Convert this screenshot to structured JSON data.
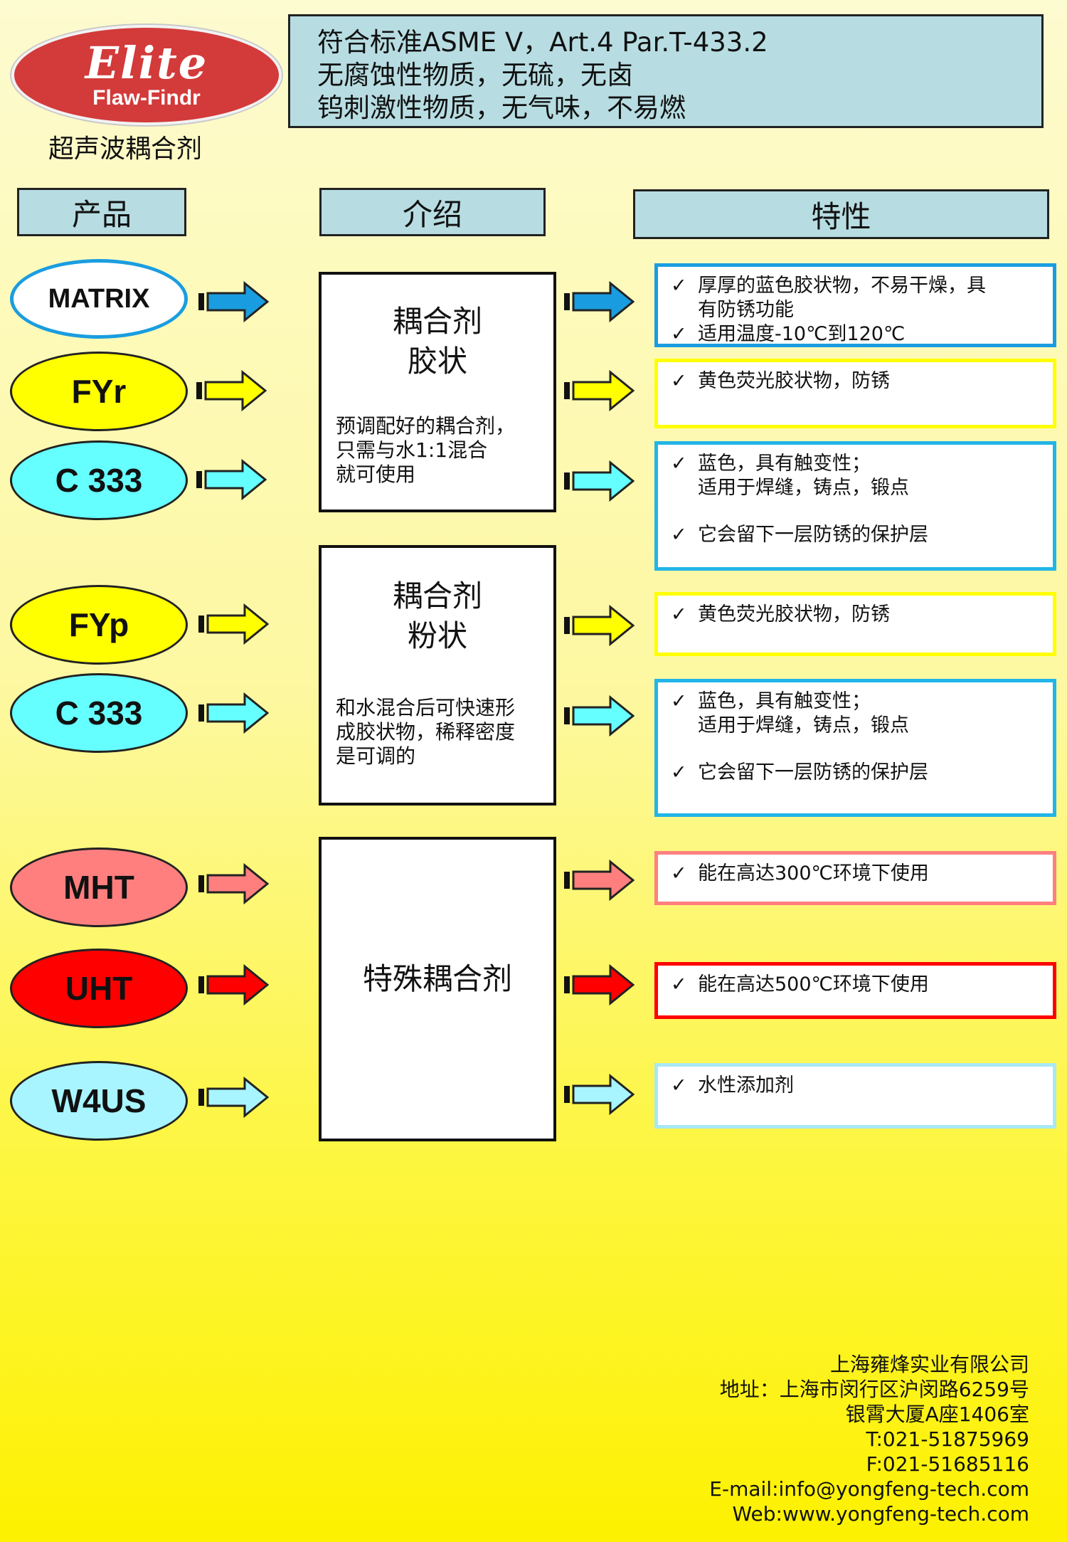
{
  "logo": {
    "brand": "Elite",
    "sub": "Flaw-Findr"
  },
  "subtitle": "超声波耦合剂",
  "standards": [
    "符合标准ASME V，Art.4 Par.T-433.2",
    "无腐蚀性物质，无硫，无卤",
    "钨刺激性物质，无气味，不易燃"
  ],
  "headers": {
    "product": "产品",
    "intro": "介绍",
    "property": "特性"
  },
  "products": [
    {
      "name": "MATRIX",
      "color": "#ffffff",
      "arrow_color": "#1a9de0"
    },
    {
      "name": "FYr",
      "color": "#ffff00",
      "arrow_color": "#ffff00"
    },
    {
      "name": "C 333",
      "color": "#66ffff",
      "arrow_color": "#66ffff"
    },
    {
      "name": "FYp",
      "color": "#ffff00",
      "arrow_color": "#ffff00"
    },
    {
      "name": "C 333",
      "color": "#66ffff",
      "arrow_color": "#66ffff"
    },
    {
      "name": "MHT",
      "color": "#ff7f7f",
      "arrow_color": "#ff7f7f"
    },
    {
      "name": "UHT",
      "color": "#ff0000",
      "arrow_color": "#ff0000"
    },
    {
      "name": "W4US",
      "color": "#a8f5ff",
      "arrow_color": "#a8f5ff"
    }
  ],
  "intro_boxes": [
    {
      "title": "耦合剂\n胶状",
      "desc": "预调配好的耦合剂，\n只需与水1:1混合\n就可使用"
    },
    {
      "title": "耦合剂\n粉状",
      "desc": "和水混合后可快速形\n成胶状物，稀释密度\n是可调的"
    },
    {
      "title": "特殊耦合剂",
      "desc": ""
    }
  ],
  "properties": [
    {
      "border": "#1a9de0",
      "items": [
        "厚厚的蓝色胶状物，不易干燥，具\n有防锈功能",
        "适用温度-10℃到120℃"
      ]
    },
    {
      "border": "#ffff00",
      "items": [
        "黄色荧光胶状物，防锈"
      ]
    },
    {
      "border": "#22b5e8",
      "items": [
        "蓝色，具有触变性；\n适用于焊缝，铸点，锻点",
        "它会留下一层防锈的保护层"
      ]
    },
    {
      "border": "#ffff00",
      "items": [
        "黄色荧光胶状物，防锈"
      ]
    },
    {
      "border": "#22b5e8",
      "items": [
        "蓝色，具有触变性；\n适用于焊缝，铸点，锻点",
        "它会留下一层防锈的保护层"
      ]
    },
    {
      "border": "#ff7f7f",
      "items": [
        "能在高达300℃环境下使用"
      ]
    },
    {
      "border": "#ff0000",
      "items": [
        "能在高达500℃环境下使用"
      ]
    },
    {
      "border": "#a8e8f5",
      "items": [
        "水性添加剂"
      ]
    }
  ],
  "check_glyph": "✓",
  "footer": [
    "上海雍烽实业有限公司",
    "地址：上海市闵行区沪闵路6259号",
    "银霄大厦A座1406室",
    "T:021-51875969",
    "F:021-51685116",
    "E-mail:info@yongfeng-tech.com",
    "Web:www.yongfeng-tech.com"
  ]
}
